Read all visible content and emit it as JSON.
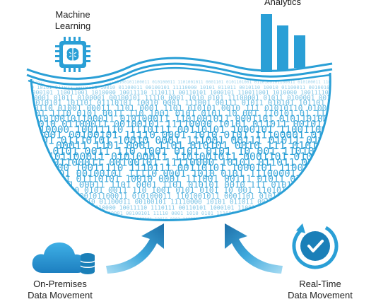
{
  "labels": {
    "machine_learning": [
      "Machine",
      "Learning"
    ],
    "analytics": "Analytics",
    "on_premises": [
      "On-Premises",
      "Data Movement"
    ],
    "real_time": [
      "Real-Time",
      "Data Movement"
    ]
  },
  "binary_rows": [
    "0110100101100011 010100011 1101001011 0001101 0101101001",
    "10010 01100011 00100101 11110000 10101 011011 0010110",
    "1010000 10011110 1110111 00110101 1000101 110011001",
    "0100001 00100101 11110 0001 1010 0101 11100001 01011",
    "101101 01110101 10010 0001 111001 00111 01011 010101",
    "01001 00011 1101 0001 1101 010101 0010 111 01010110",
    "1110 0101 0011 110 1001 0101 0101 10 001 110101 01"
  ],
  "colors": {
    "primary": "#2a9fd6",
    "dark": "#1a7fb8",
    "light": "#5fbfe8",
    "arrow_start": "#5fbfe8",
    "arrow_end": "#1d6fa8",
    "text": "#222222"
  },
  "icons": {
    "ml": "chip-brain-icon",
    "analytics": "bar-chart-icon",
    "on_prem": "cloud-database-icon",
    "real_time": "clock-check-icon"
  }
}
